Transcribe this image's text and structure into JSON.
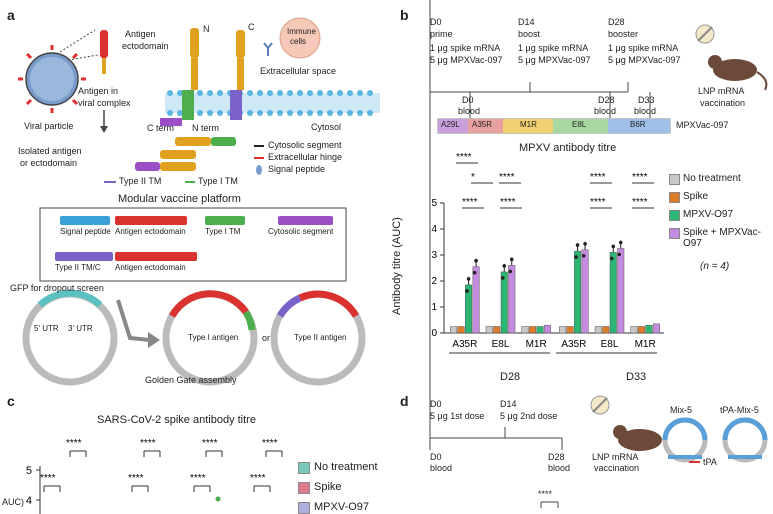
{
  "panel_a": {
    "letter": "a",
    "antigen_ectodomain": [
      "Antigen",
      "ectodomain"
    ],
    "antigen_in_complex": [
      "Antigen in",
      "viral complex"
    ],
    "viral_particle": "Viral particle",
    "isolated": [
      "Isolated antigen",
      "or ectodomain"
    ],
    "n_label": "N",
    "c_label": "C",
    "immune_cells": [
      "Immune",
      "cells"
    ],
    "extracellular_space": "Extracellular space",
    "c_term": "C term",
    "n_term": "N term",
    "cytosol": "Cytosol",
    "legend_cytosolic": "Cytosolic segment",
    "legend_hinge": "Extracellular hinge",
    "legend_signal": "Signal peptide",
    "legend_type2": "Type II TM",
    "legend_type1": "Type I TM",
    "modular_title": "Modular vaccine platform",
    "modules": [
      {
        "label": "Signal peptide",
        "color": "#3aa0d8"
      },
      {
        "label": "Antigen ectodomain",
        "color": "#d9322f"
      },
      {
        "label": "Type I TM",
        "color": "#4cae4c"
      },
      {
        "label": "Cytosolic segment",
        "color": "#9b4fc4"
      },
      {
        "label": "Type II TM/C",
        "color": "#7b62c9"
      },
      {
        "label": "Antigen ectodomain",
        "color": "#d9322f"
      }
    ],
    "gfp_label": "GFP for dropout screen",
    "utr5": "5' UTR",
    "utr3": "3' UTR",
    "type1_antigen": "Type I antigen",
    "or": "or",
    "type2_antigen": "Type II antigen",
    "golden_gate": "Golden Gate assembly"
  },
  "panel_b": {
    "letter": "b",
    "schedule": [
      {
        "day": "D0",
        "name": "prime",
        "mrna": "1 μg spike mRNA",
        "vac": "5 μg MPXVac-097"
      },
      {
        "day": "D14",
        "name": "boost",
        "mrna": "1 μg spike mRNA",
        "vac": "5 μg MPXVac-097"
      },
      {
        "day": "D28",
        "name": "booster",
        "mrna": "1 μg spike mRNA",
        "vac": "5 μg MPXVac-097"
      }
    ],
    "lnp_label": [
      "LNP mRNA",
      "vaccination"
    ],
    "bleeds": [
      {
        "day": "D0",
        "label": "blood"
      },
      {
        "day": "D28",
        "label": "blood"
      },
      {
        "day": "D33",
        "label": "blood"
      }
    ],
    "construct_segments": [
      {
        "label": "A29L",
        "color": "#c9a0dc"
      },
      {
        "label": "A35R",
        "color": "#e8a0a0"
      },
      {
        "label": "M1R",
        "color": "#f0d070"
      },
      {
        "label": "E8L",
        "color": "#a8d8a0"
      },
      {
        "label": "B6R",
        "color": "#a0c0e8"
      }
    ],
    "construct_name": "MPXVac-097"
  },
  "chart_data": [
    {
      "type": "bar",
      "title": "MPXV antibody titre",
      "ylabel": "Antibody titre (AUC)",
      "ylim": [
        0,
        5
      ],
      "yticks": [
        "0",
        "1",
        "2",
        "3",
        "4",
        "5"
      ],
      "categories": [
        "A35R",
        "E8L",
        "M1R",
        "A35R",
        "E8L",
        "M1R"
      ],
      "groups": [
        {
          "label": "D28",
          "span": [
            0,
            2
          ]
        },
        {
          "label": "D33",
          "span": [
            3,
            5
          ]
        }
      ],
      "series": [
        {
          "name": "No treatment",
          "color": "#c8c8c8",
          "values": [
            0.25,
            0.25,
            0.25,
            0.25,
            0.25,
            0.25
          ]
        },
        {
          "name": "Spike",
          "color": "#e07b2a",
          "values": [
            0.25,
            0.25,
            0.25,
            0.25,
            0.25,
            0.25
          ]
        },
        {
          "name": "MPXV-O97",
          "color": "#2bb673",
          "values": [
            1.85,
            2.35,
            0.25,
            3.15,
            3.1,
            0.3
          ]
        },
        {
          "name": "Spike + MPXVac-O97",
          "color": "#c58be0",
          "values": [
            2.55,
            2.6,
            0.3,
            3.2,
            3.25,
            0.35
          ]
        }
      ],
      "significance": [
        "****",
        "*",
        "****",
        "****",
        "****",
        "****",
        "****",
        "****",
        "****"
      ],
      "n_note": "(n = 4)",
      "legend_position": "right"
    },
    {
      "type": "bar",
      "title": "SARS-CoV-2 spike antibody titre",
      "ylabel": "AUC)",
      "ylim": [
        0,
        5
      ],
      "yticks": [
        "4",
        "5"
      ],
      "series": [
        {
          "name": "No treatment",
          "color": "#7ac8bd"
        },
        {
          "name": "Spike",
          "color": "#e07b8b"
        },
        {
          "name": "MPXV-O97",
          "color": "#b0b0e0"
        }
      ],
      "significance": [
        "****",
        "****",
        "****",
        "****",
        "****",
        "****",
        "****",
        "****"
      ]
    }
  ],
  "panel_c": {
    "letter": "c"
  },
  "panel_d": {
    "letter": "d",
    "d0": "D0",
    "dose1": "5 μg 1st dose",
    "d14": "D14",
    "dose2": "5 μg 2nd dose",
    "d0_blood": [
      "D0",
      "blood"
    ],
    "d28_blood": [
      "D28",
      "blood"
    ],
    "lnp_label": [
      "LNP mRNA",
      "vaccination"
    ],
    "mix5": "Mix-5",
    "tpa_mix5": "tPA-Mix-5",
    "tpa": "tPA",
    "stars": "****"
  }
}
